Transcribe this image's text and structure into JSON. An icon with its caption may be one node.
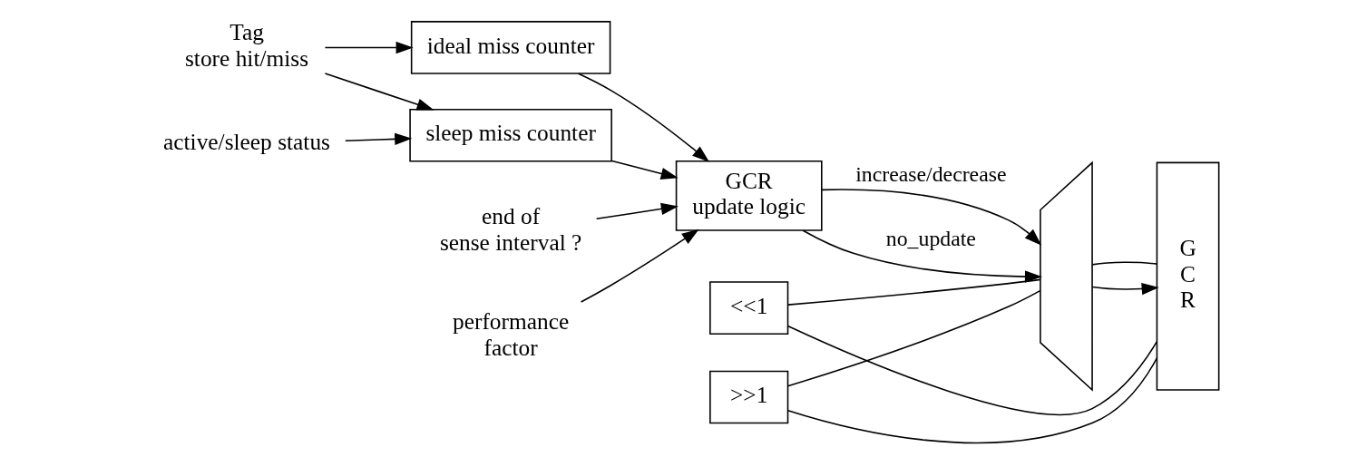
{
  "diagram": {
    "nodes": [
      {
        "text": [
          "Tag store hit/miss"
        ]
      },
      {
        "text": [
          "active/sleep status"
        ]
      },
      {
        "text": [
          "ideal miss counter"
        ]
      },
      {
        "text": [
          "sleep miss counter"
        ]
      },
      {
        "text": [
          "end of sense interval ?"
        ]
      },
      {
        "text": [
          "performance factor"
        ]
      },
      {
        "text": [
          "GCR update logic"
        ]
      },
      {
        "text": [],
        "shape": "trapezoid"
      },
      {
        "text": [
          "<<1"
        ]
      },
      {
        "text": [
          ">>1"
        ]
      },
      {
        "text": [
          "G C R"
        ]
      }
    ],
    "edges": [
      {
        "from": 0,
        "to": 2,
        "arrow": "to"
      },
      {
        "from": 0,
        "to": 3,
        "arrow": "to"
      },
      {
        "from": 1,
        "to": 3,
        "arrow": "to"
      },
      {
        "from": 2,
        "to": 6,
        "arrow": "to"
      },
      {
        "from": 3,
        "to": 6,
        "arrow": "to"
      },
      {
        "from": 4,
        "to": 6,
        "arrow": "to"
      },
      {
        "from": 5,
        "to": 6,
        "arrow": "to"
      },
      {
        "from": 6,
        "to": 7,
        "arrow": "to",
        "label": "increase/decrease"
      },
      {
        "from": 6,
        "to": 7,
        "arrow": "to",
        "label": "no_update"
      },
      {
        "from": 7,
        "to": 10,
        "arrow": "to"
      },
      {
        "from": 10,
        "to": 7,
        "arrow": "none"
      },
      {
        "from": 10,
        "to": 8,
        "arrow": "none"
      },
      {
        "from": 10,
        "to": 9,
        "arrow": "none"
      },
      {
        "from": 8,
        "to": 7,
        "arrow": "none"
      },
      {
        "from": 9,
        "to": 7,
        "arrow": "none"
      }
    ]
  }
}
